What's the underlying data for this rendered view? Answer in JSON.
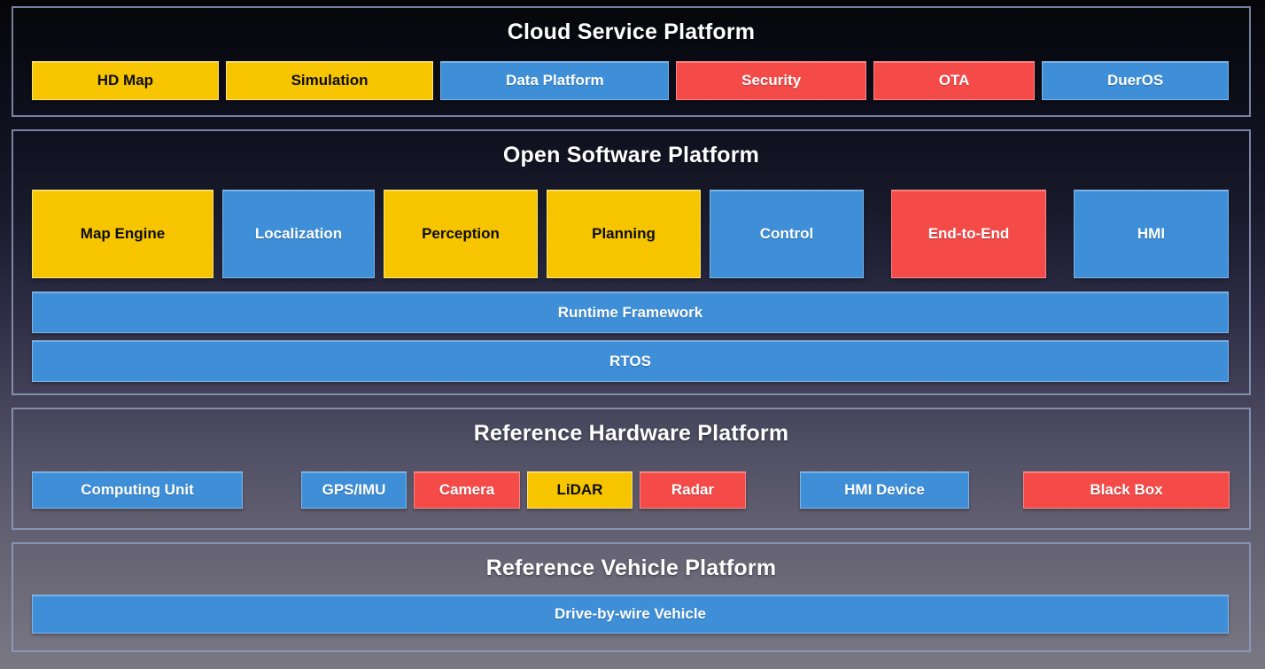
{
  "colors": {
    "yellow": "#f6c500",
    "blue": "#3e8fd8",
    "red": "#f44b49",
    "section_border": "#92a0c4",
    "title_text": "#ffffff"
  },
  "sections": [
    {
      "id": "cloud-service-platform",
      "title": "Cloud Service Platform",
      "rows": [
        {
          "name": "cloud-services",
          "boxes": [
            {
              "label": "HD Map",
              "color": "yellow"
            },
            {
              "label": "Simulation",
              "color": "yellow"
            },
            {
              "label": "Data Platform",
              "color": "blue"
            },
            {
              "label": "Security",
              "color": "red"
            },
            {
              "label": "OTA",
              "color": "red"
            },
            {
              "label": "DuerOS",
              "color": "blue"
            }
          ]
        }
      ]
    },
    {
      "id": "open-software-platform",
      "title": "Open Software Platform",
      "rows": [
        {
          "name": "software-modules",
          "boxes": [
            {
              "label": "Map Engine",
              "color": "yellow"
            },
            {
              "label": "Localization",
              "color": "blue"
            },
            {
              "label": "Perception",
              "color": "yellow"
            },
            {
              "label": "Planning",
              "color": "yellow"
            },
            {
              "label": "Control",
              "color": "blue"
            },
            {
              "label": "End-to-End",
              "color": "red"
            },
            {
              "label": "HMI",
              "color": "blue"
            }
          ]
        },
        {
          "name": "runtime-framework",
          "boxes": [
            {
              "label": "Runtime Framework",
              "color": "blue"
            }
          ]
        },
        {
          "name": "rtos",
          "boxes": [
            {
              "label": "RTOS",
              "color": "blue"
            }
          ]
        }
      ]
    },
    {
      "id": "reference-hardware-platform",
      "title": "Reference Hardware Platform",
      "rows": [
        {
          "name": "hardware-components",
          "boxes": [
            {
              "label": "Computing Unit",
              "color": "blue"
            },
            {
              "label": "GPS/IMU",
              "color": "blue"
            },
            {
              "label": "Camera",
              "color": "red"
            },
            {
              "label": "LiDAR",
              "color": "yellow"
            },
            {
              "label": "Radar",
              "color": "red"
            },
            {
              "label": "HMI Device",
              "color": "blue"
            },
            {
              "label": "Black Box",
              "color": "red"
            }
          ]
        }
      ]
    },
    {
      "id": "reference-vehicle-platform",
      "title": "Reference Vehicle Platform",
      "rows": [
        {
          "name": "drive-by-wire",
          "boxes": [
            {
              "label": "Drive-by-wire Vehicle",
              "color": "blue"
            }
          ]
        }
      ]
    }
  ]
}
